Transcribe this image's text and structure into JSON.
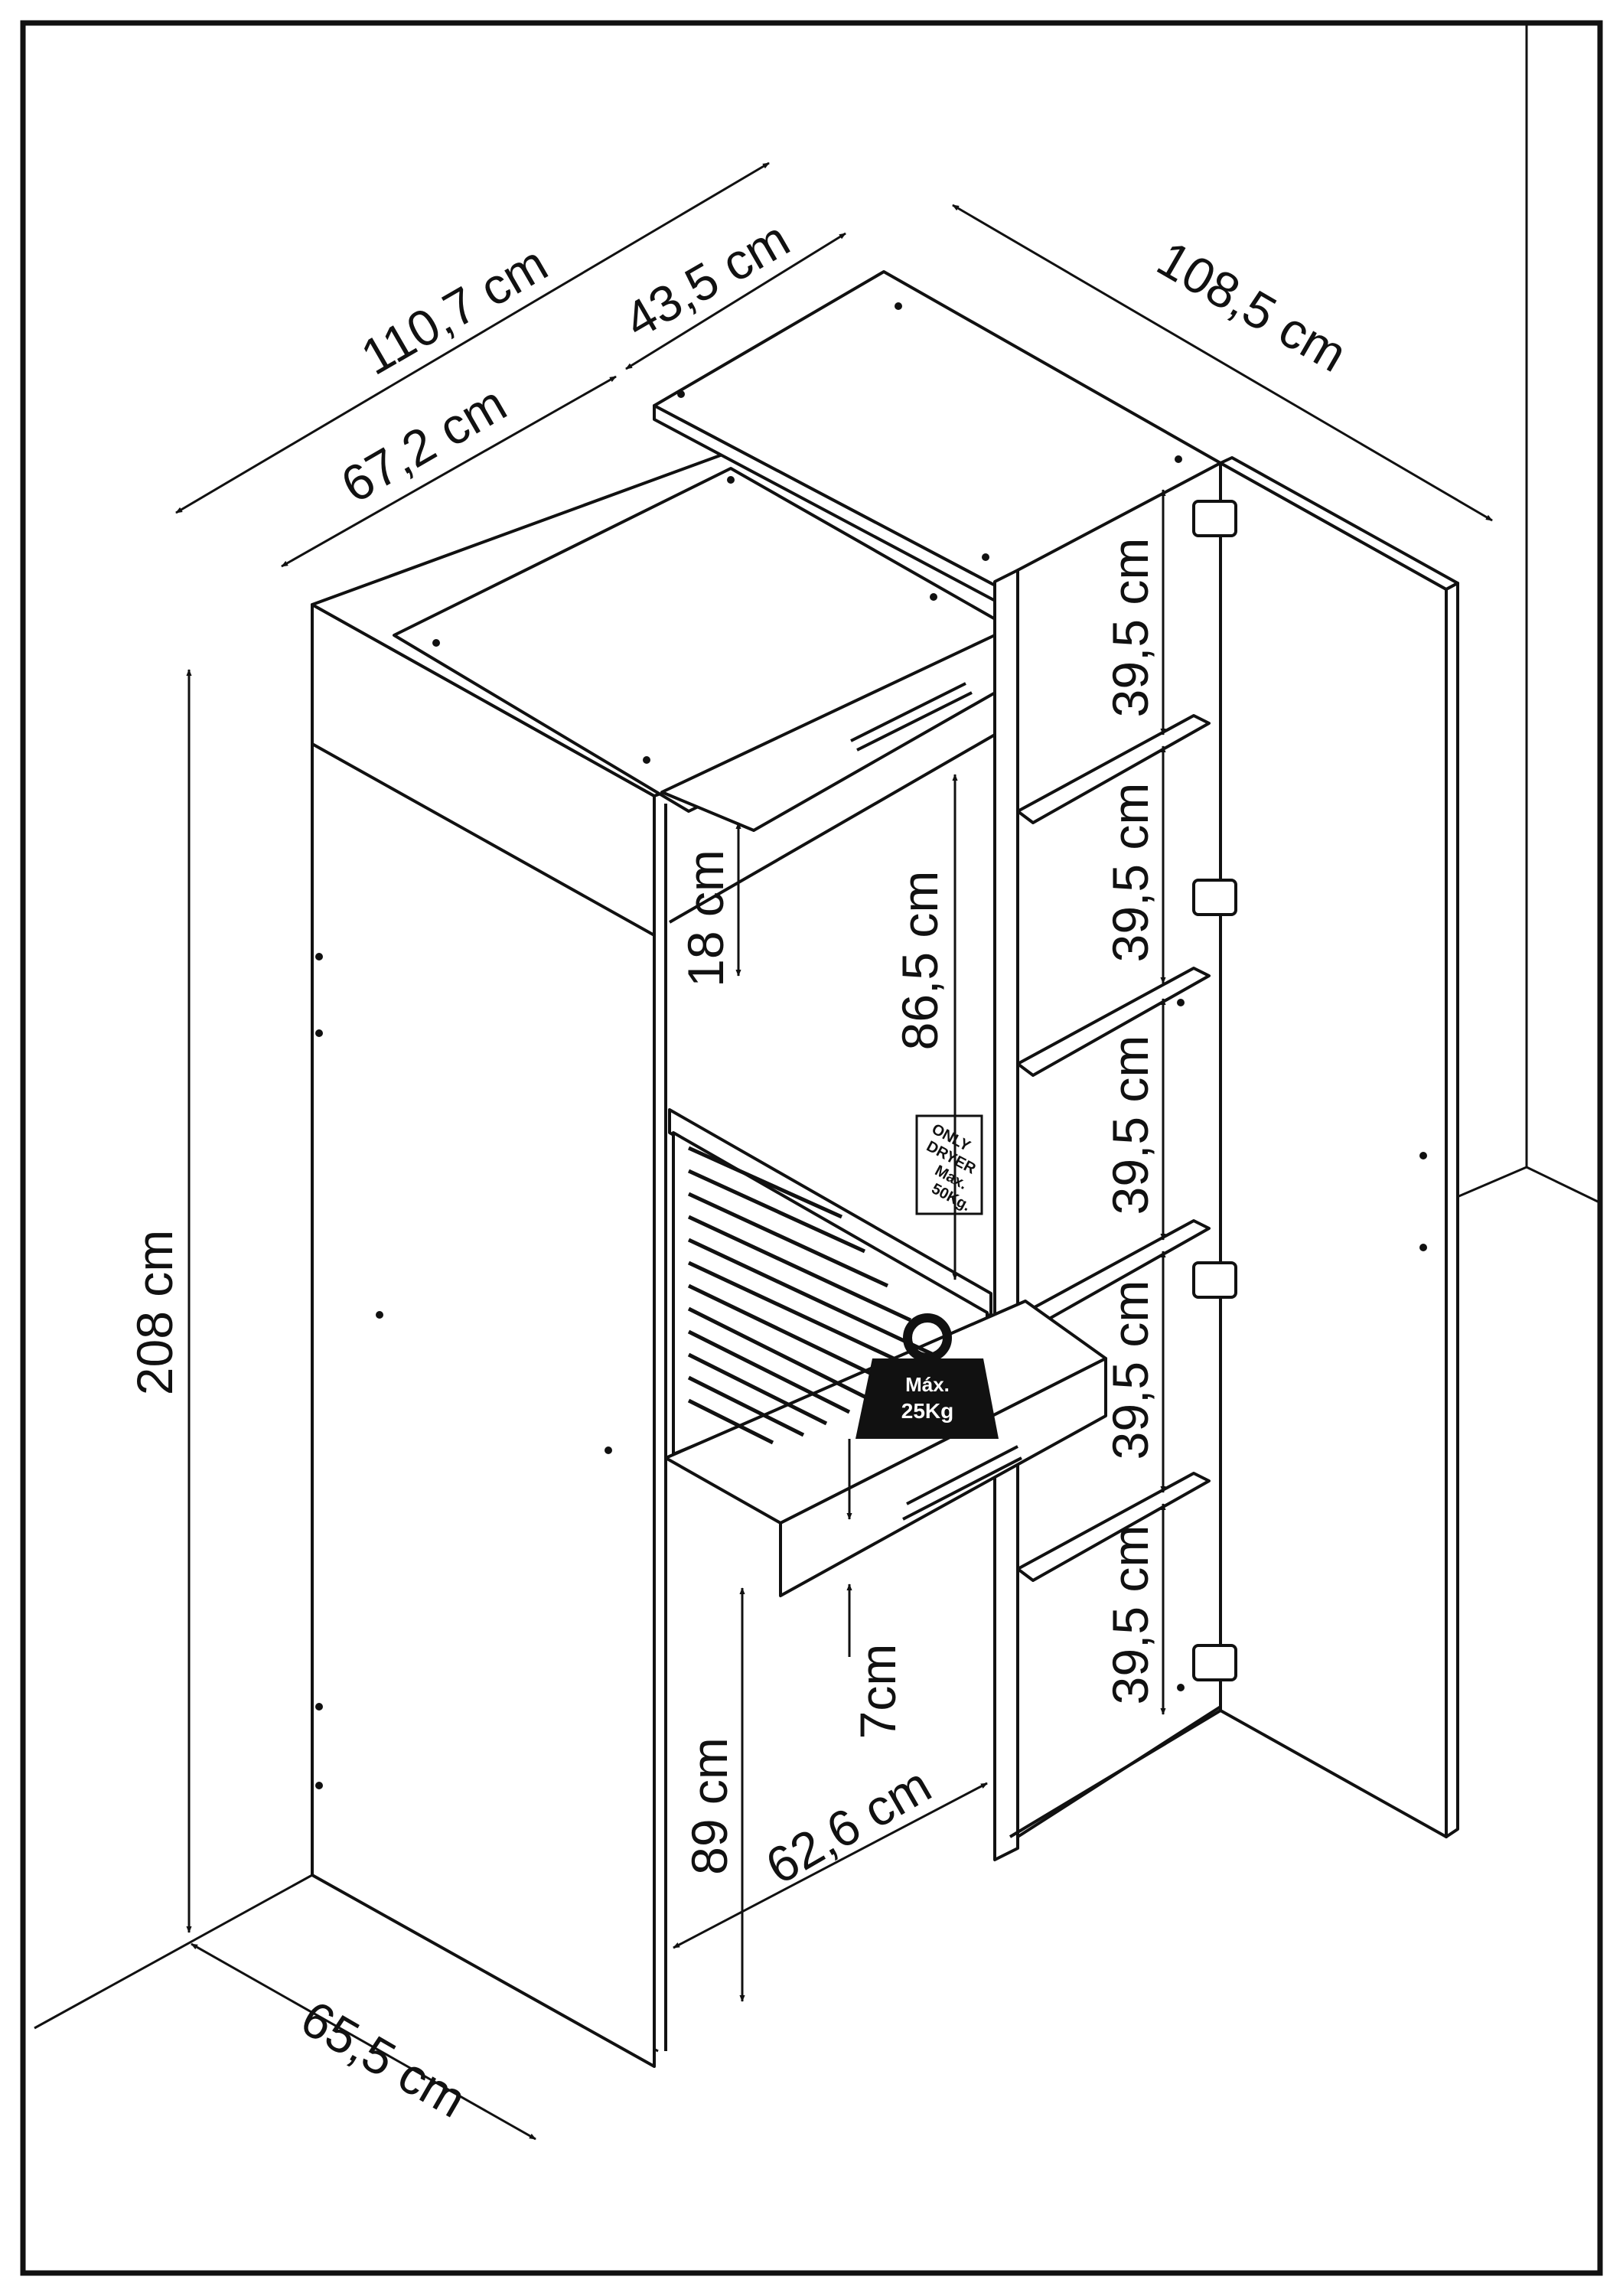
{
  "dimensions": {
    "total_width": "110,7 cm",
    "depth_side": "43,5 cm",
    "left_width": "67,2 cm",
    "right_width": "108,5 cm",
    "height_total": "208 cm",
    "depth_bottom": "65,5 cm",
    "top_gap": "18 cm",
    "niche_height": "86,5 cm",
    "shelf_1": "39,5 cm",
    "shelf_2": "39,5 cm",
    "shelf_3": "39,5 cm",
    "shelf_4": "39,5 cm",
    "shelf_5": "39,5 cm",
    "tray_height": "7cm",
    "lower_height": "89 cm",
    "inner_width": "62,6 cm"
  },
  "labels": {
    "dryer_line1": "ONLY",
    "dryer_line2": "DRYER",
    "dryer_line3": "Max.",
    "dryer_line4": "50Kg.",
    "weight_line1": "Máx.",
    "weight_line2": "25Kg"
  },
  "colors": {
    "line": "#111111",
    "background": "#ffffff"
  }
}
